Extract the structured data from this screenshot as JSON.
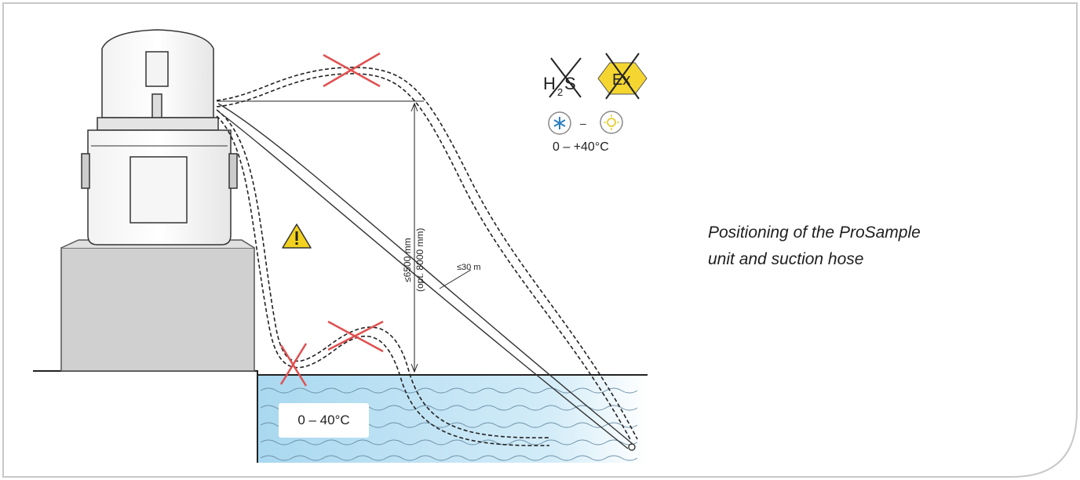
{
  "caption": {
    "line1": "Positioning of the ProSample",
    "line2": "unit and suction hose"
  },
  "labels": {
    "height_main": "≤6500 mm",
    "height_opt": "(opt. 8000 mm)",
    "hose_length": "≤30 m",
    "ambient_temp": "0  –  +40°C",
    "water_temp": "0  –  40°C",
    "dash": "–"
  },
  "hazard_icons": {
    "h2s_text_h": "H",
    "h2s_text_2": "2",
    "h2s_text_s": "S",
    "ex_text": "Ex"
  },
  "colors": {
    "water": "#bfe3f5",
    "cross": "#e05050",
    "warning": "#f2d21e",
    "hexagon": "#f5d631",
    "frost": "#2d7fc1",
    "sun": "#f0e070",
    "border": "#c8c8c8"
  }
}
